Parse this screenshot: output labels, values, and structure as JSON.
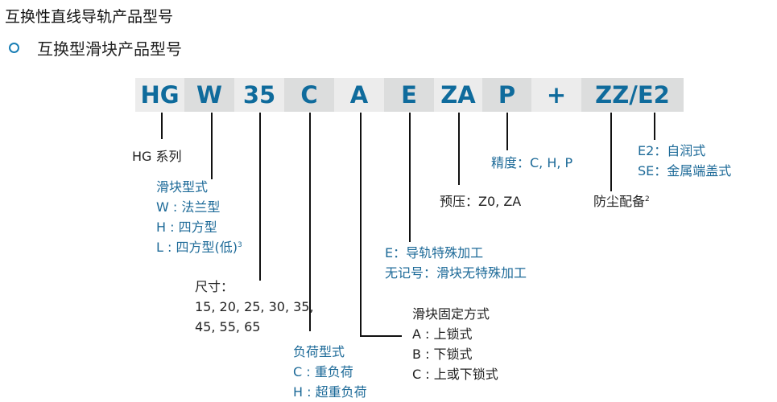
{
  "header": {
    "title": "互换性直线导轨产品型号",
    "subtitle": "互换型滑块产品型号",
    "bullet_icon": "circle-bullet-icon"
  },
  "colors": {
    "accent": "#0f6b9c",
    "label_blue": "#1d6a98",
    "box_light": "#ececec",
    "box_dark": "#dcdddd"
  },
  "code_segments": [
    {
      "code": "HG"
    },
    {
      "code": "W"
    },
    {
      "code": "35"
    },
    {
      "code": "C"
    },
    {
      "code": "A"
    },
    {
      "code": "E"
    },
    {
      "code": "ZA"
    },
    {
      "code": "P"
    },
    {
      "code": "+"
    },
    {
      "code": "ZZ/E2"
    }
  ],
  "annotations": {
    "series": {
      "line1": "HG 系列"
    },
    "block_type": {
      "heading": "滑块型式",
      "opt1": "W : 法兰型",
      "opt2": "H : 四方型",
      "opt3": "L : 四方型(低)",
      "opt3_sup": "3"
    },
    "size": {
      "heading": "尺寸：",
      "line1": "15, 20, 25, 30, 35,",
      "line2": "45, 55, 65"
    },
    "load_type": {
      "heading": "负荷型式",
      "opt1": "C : 重负荷",
      "opt2": "H : 超重负荷"
    },
    "mounting": {
      "heading": "滑块固定方式",
      "opt1": "A : 上锁式",
      "opt2": "B : 下锁式",
      "opt3": "C : 上或下锁式"
    },
    "special": {
      "opt1": "E：导轨特殊加工",
      "opt2": "无记号：滑块无特殊加工"
    },
    "preload": {
      "line1": "预压：Z0, ZA"
    },
    "accuracy": {
      "line1": "精度：C, H, P"
    },
    "dust": {
      "line1": "防尘配备",
      "sup": "2"
    },
    "end_seal": {
      "opt1": "E2：自润式",
      "opt2": "SE：金属端盖式"
    }
  }
}
